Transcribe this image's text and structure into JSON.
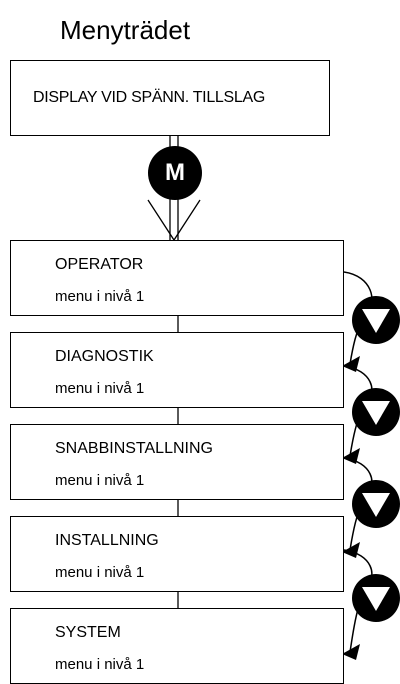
{
  "title": "Menyträdet",
  "top_box": {
    "label": "DISPLAY VID SPÄNN. TILLSLAG"
  },
  "m_key": {
    "label": "M"
  },
  "menus": [
    {
      "name": "OPERATOR",
      "sub": "menu i nivå 1"
    },
    {
      "name": "DIAGNOSTIK",
      "sub": "menu i nivå 1"
    },
    {
      "name": "SNABBINSTALLNING",
      "sub": "menu i nivå 1"
    },
    {
      "name": "INSTALLNING",
      "sub": "menu i nivå 1"
    },
    {
      "name": "SYSTEM",
      "sub": "menu i nivå 1"
    }
  ],
  "icons": {
    "m_key": "m-key-icon",
    "down_key": "down-arrow-key-icon"
  }
}
